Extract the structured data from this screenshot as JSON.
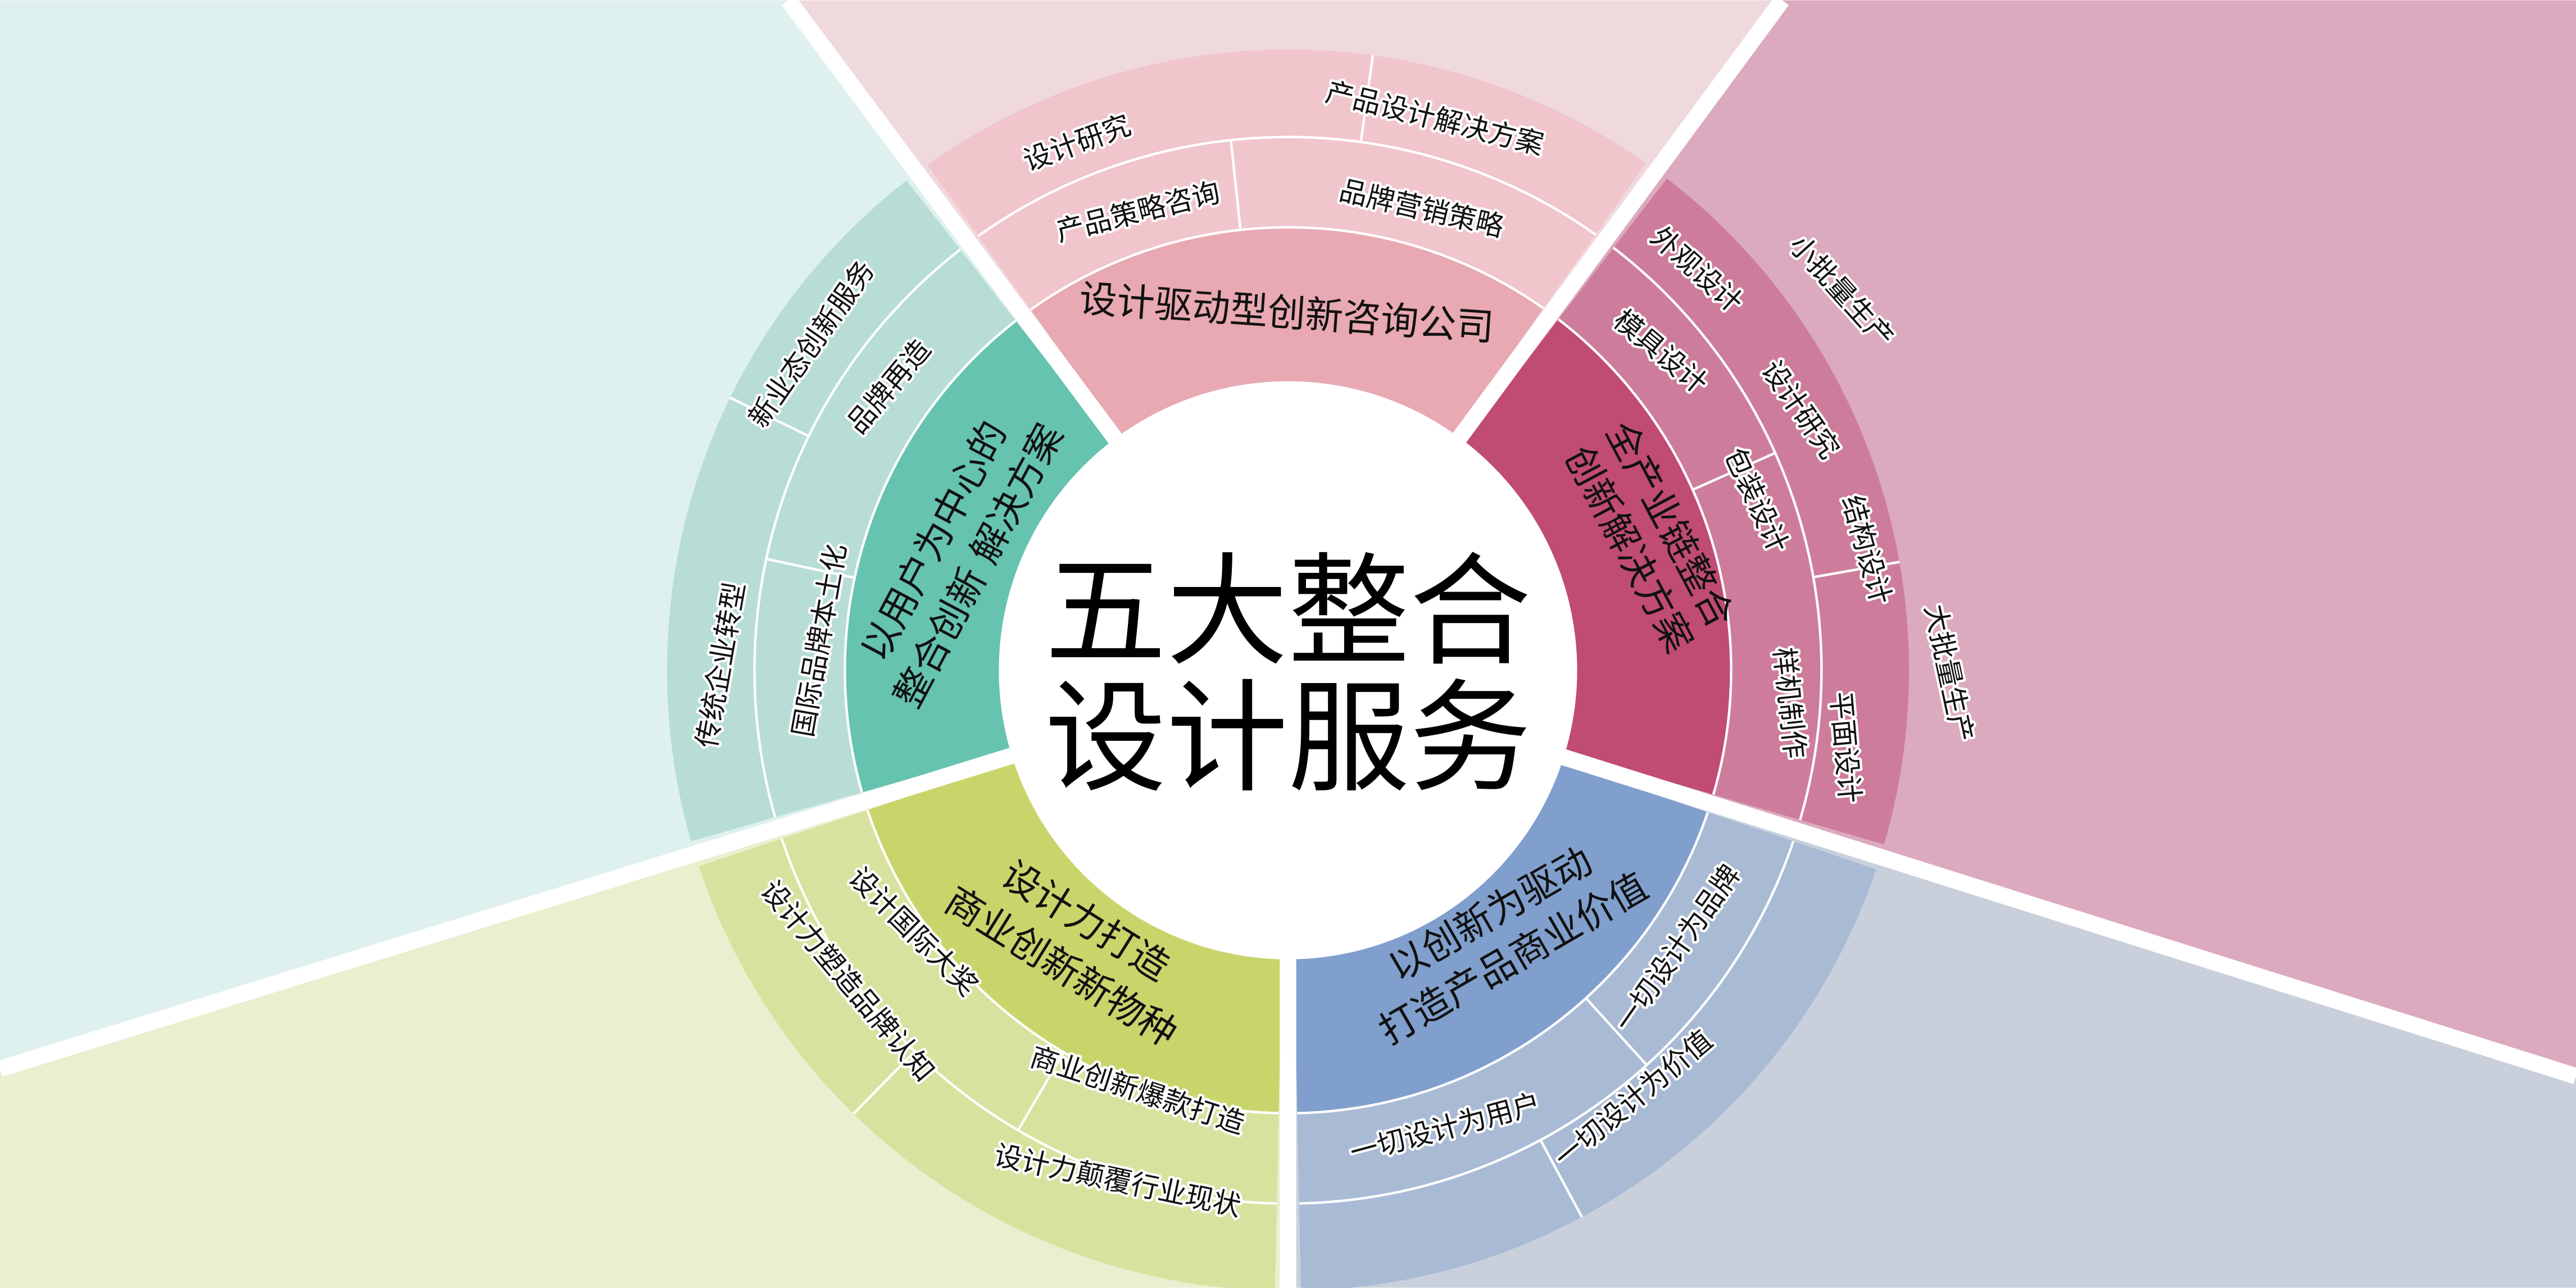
{
  "center": {
    "line1": "五大整合",
    "line2": "设计服务"
  },
  "sectors": {
    "top": {
      "colors": {
        "bg": "#f0d9dd",
        "outer": "#f0c5cc",
        "inner": "#e8a9b2"
      },
      "category": "设计驱动型创新咨询公司",
      "items": [
        "设计研究",
        "产品设计解决方案",
        "产品策略咨询",
        "品牌营销策略"
      ]
    },
    "right": {
      "colors": {
        "bg": "#dcaabf",
        "outer": "#cd7d9b",
        "inner": "#c04b74"
      },
      "category_line1": "全产业链整合",
      "category_line2": "创新解决方案",
      "items": [
        "外观设计",
        "模具设计",
        "设计研究",
        "包装设计",
        "结构设计",
        "样机制作",
        "平面设计"
      ],
      "outer_items": [
        "小批量生产",
        "大批量生产"
      ]
    },
    "bottom_right": {
      "colors": {
        "bg": "#c9d0dc",
        "outer": "#a9bad5",
        "inner": "#809fcc"
      },
      "category_line1": "以创新为驱动",
      "category_line2": "打造产品商业价值",
      "items": [
        "一切设计为品牌",
        "一切设计为价值",
        "一切设计为用户"
      ]
    },
    "bottom_left": {
      "colors": {
        "bg": "#e9efcf",
        "outer": "#d7e29f",
        "inner": "#c9d56b"
      },
      "category_line1": "设计力打造",
      "category_line2": "商业创新新物种",
      "items": [
        "设计国际大奖",
        "设计力塑造品牌认知",
        "商业创新爆款打造",
        "设计力颠覆行业现状"
      ]
    },
    "left": {
      "colors": {
        "bg": "#dff1ee",
        "outer": "#b8ddd6",
        "inner": "#66c3b0"
      },
      "category_line1": "以用户为中心的",
      "category_line2": "整合创新 解决方案",
      "items": [
        "新业态创新服务",
        "品牌再造",
        "国际品牌本土化",
        "传统企业转型"
      ]
    }
  }
}
